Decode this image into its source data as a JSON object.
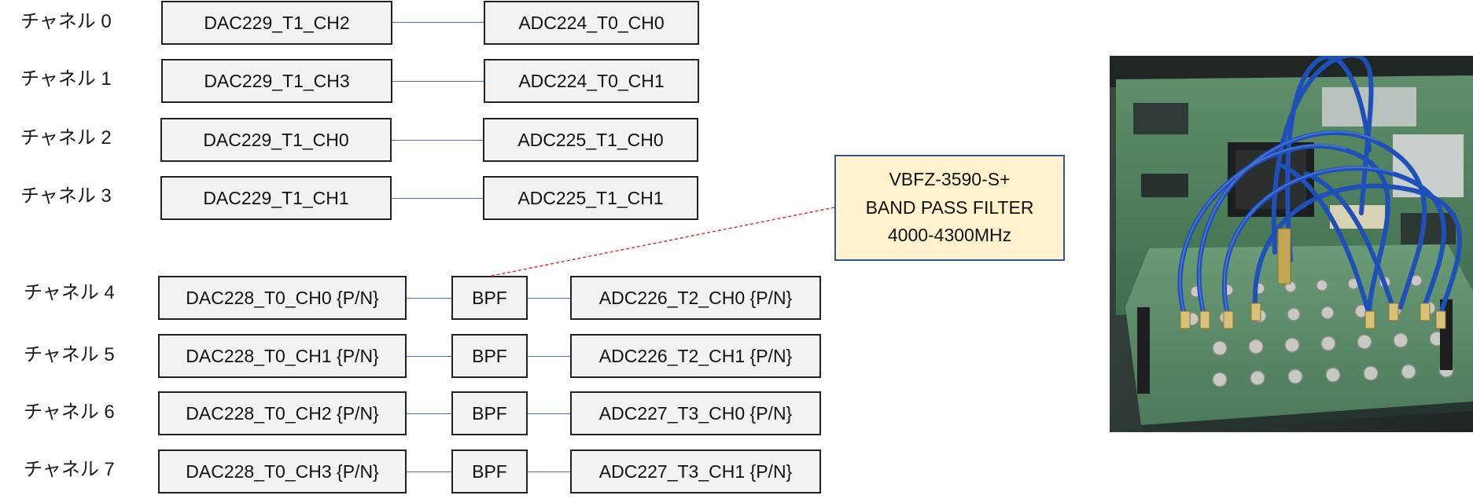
{
  "channels": [
    {
      "label": "チャネル 0",
      "dac": "DAC229_T1_CH2",
      "adc": "ADC224_T0_CH0"
    },
    {
      "label": "チャネル 1",
      "dac": "DAC229_T1_CH3",
      "adc": "ADC224_T0_CH1"
    },
    {
      "label": "チャネル 2",
      "dac": "DAC229_T1_CH0",
      "adc": "ADC225_T1_CH0"
    },
    {
      "label": "チャネル 3",
      "dac": "DAC229_T1_CH1",
      "adc": "ADC225_T1_CH1"
    },
    {
      "label": "チャネル 4",
      "dac": "DAC228_T0_CH0 {P/N}",
      "filter": "BPF",
      "adc": "ADC226_T2_CH0 {P/N}"
    },
    {
      "label": "チャネル 5",
      "dac": "DAC228_T0_CH1 {P/N}",
      "filter": "BPF",
      "adc": "ADC226_T2_CH1 {P/N}"
    },
    {
      "label": "チャネル 6",
      "dac": "DAC228_T0_CH2 {P/N}",
      "filter": "BPF",
      "adc": "ADC227_T3_CH0 {P/N}"
    },
    {
      "label": "チャネル 7",
      "dac": "DAC228_T0_CH3 {P/N}",
      "filter": "BPF",
      "adc": "ADC227_T3_CH1 {P/N}"
    }
  ],
  "filter_note": {
    "line1": "VBFZ-3590-S+",
    "line2": "BAND PASS FILTER",
    "line3": "4000-4300MHz"
  },
  "colors": {
    "connector": "#4a72c4",
    "callout": "#e03030",
    "note_fill": "#fff2cc",
    "note_border": "#2f5597",
    "box_fill": "#f2f2f2"
  }
}
